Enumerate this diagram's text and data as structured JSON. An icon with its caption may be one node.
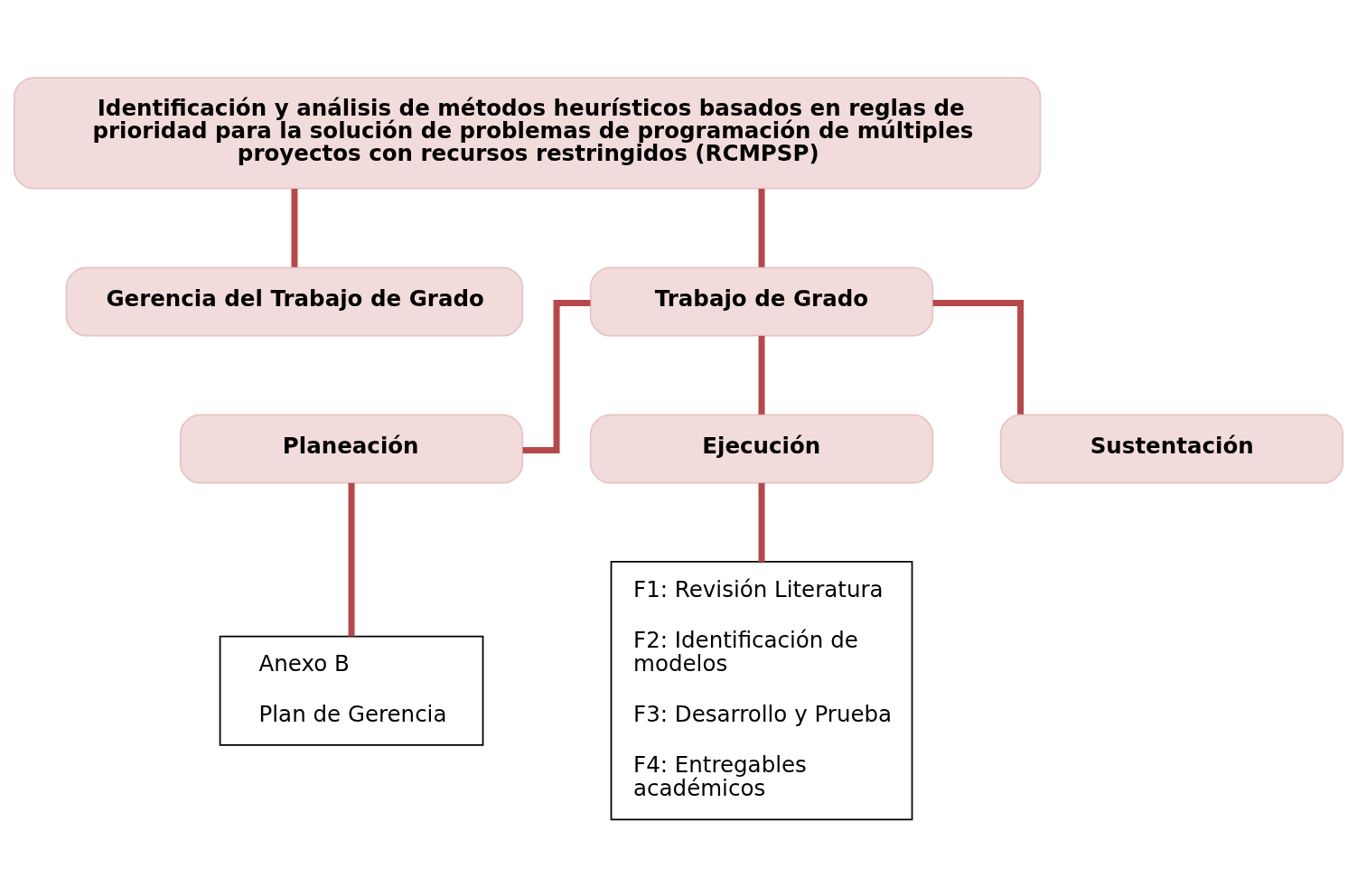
{
  "diagram": {
    "nodes": [
      {
        "text": [
          "Identificación y análisis de métodos heurísticos basados en reglas de prioridad para la solución de problemas de programación de múltiples proyectos con recursos restringidos (RCMPSP)"
        ]
      },
      {
        "text": [
          "Gerencia del Trabajo de Grado"
        ]
      },
      {
        "text": [
          "Trabajo de Grado"
        ]
      },
      {
        "text": [
          "Planeación"
        ]
      },
      {
        "text": [
          "Ejecución"
        ]
      },
      {
        "text": [
          "Sustentación"
        ]
      },
      {
        "text": [
          "Anexo B",
          "Plan de Gerencia"
        ]
      },
      {
        "text": [
          "F1: Revisión Literatura",
          "F2: Identificación de modelos",
          "F3: Desarrollo y Prueba",
          "F4: Entregables académicos"
        ]
      }
    ],
    "edges": [
      {
        "from": 0,
        "to": 1,
        "arrow": "none"
      },
      {
        "from": 0,
        "to": 2,
        "arrow": "none"
      },
      {
        "from": 2,
        "to": 3,
        "arrow": "none"
      },
      {
        "from": 2,
        "to": 4,
        "arrow": "none"
      },
      {
        "from": 2,
        "to": 5,
        "arrow": "none"
      },
      {
        "from": 3,
        "to": 6,
        "arrow": "none"
      },
      {
        "from": 4,
        "to": 7,
        "arrow": "none"
      }
    ]
  }
}
